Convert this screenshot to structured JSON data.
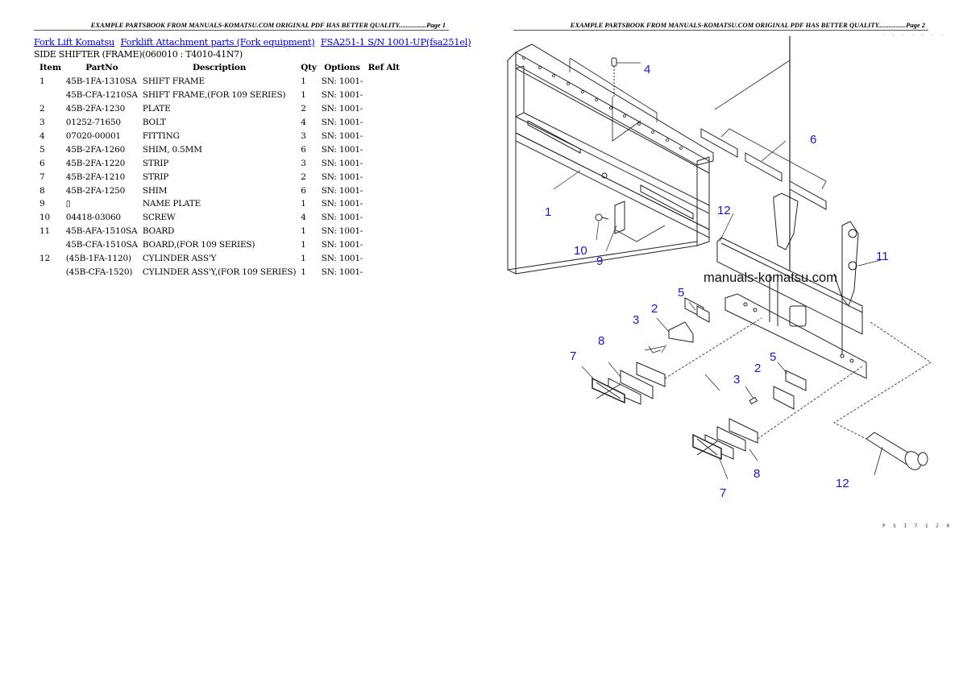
{
  "page1": {
    "header": "EXAMPLE PARTSBOOK FROM MANUALS-KOMATSU.COM ORIGINAL PDF HAS BETTER QUALITY................Page 1",
    "breadcrumbs": [
      {
        "label": "Fork Lift Komatsu"
      },
      {
        "label": "Forklift Attachment parts (Fork equipment)"
      },
      {
        "label": "FSA251-1 S/N 1001-UP(fsa251el)"
      }
    ],
    "subtitle": "SIDE SHIFTER (FRAME)(060010 : T4010-41N7)",
    "table": {
      "headers": {
        "item": "Item",
        "partno": "PartNo",
        "description": "Description",
        "qty": "Qty",
        "options": "Options",
        "refalt": "Ref Alt"
      },
      "rows": [
        {
          "item": "1",
          "partno": "45B-1FA-1310SA",
          "description": "SHIFT FRAME",
          "qty": "1",
          "options": "SN: 1001-"
        },
        {
          "item": "",
          "partno": "45B-CFA-1210SA",
          "description": "SHIFT FRAME,(FOR 109 SERIES)",
          "qty": "1",
          "options": "SN: 1001-"
        },
        {
          "item": "2",
          "partno": "45B-2FA-1230",
          "description": "PLATE",
          "qty": "2",
          "options": "SN: 1001-"
        },
        {
          "item": "3",
          "partno": "01252-71650",
          "description": "BOLT",
          "qty": "4",
          "options": "SN: 1001-"
        },
        {
          "item": "4",
          "partno": "07020-00001",
          "description": "FITTING",
          "qty": "3",
          "options": "SN: 1001-"
        },
        {
          "item": "5",
          "partno": "45B-2FA-1260",
          "description": "SHIM, 0.5MM",
          "qty": "6",
          "options": "SN: 1001-"
        },
        {
          "item": "6",
          "partno": "45B-2FA-1220",
          "description": "STRIP",
          "qty": "3",
          "options": "SN: 1001-"
        },
        {
          "item": "7",
          "partno": "45B-2FA-1210",
          "description": "STRIP",
          "qty": "2",
          "options": "SN: 1001-"
        },
        {
          "item": "8",
          "partno": "45B-2FA-1250",
          "description": "SHIM",
          "qty": "6",
          "options": "SN: 1001-"
        },
        {
          "item": "9",
          "partno": "▯",
          "description": "NAME PLATE",
          "qty": "1",
          "options": "SN: 1001-"
        },
        {
          "item": "10",
          "partno": "04418-03060",
          "description": "SCREW",
          "qty": "4",
          "options": "SN: 1001-"
        },
        {
          "item": "11",
          "partno": "45B-AFA-1510SA",
          "description": "BOARD",
          "qty": "1",
          "options": "SN: 1001-"
        },
        {
          "item": "",
          "partno": "45B-CFA-1510SA",
          "description": "BOARD,(FOR 109 SERIES)",
          "qty": "1",
          "options": "SN: 1001-"
        },
        {
          "item": "12",
          "partno": "(45B-1FA-1120)",
          "description": "CYLINDER ASS'Y",
          "qty": "1",
          "options": "SN: 1001-"
        },
        {
          "item": "",
          "partno": "(45B-CFA-1520)",
          "description": "CYLINDER ASS'Y,(FOR 109 SERIES)",
          "qty": "1",
          "options": "SN: 1001-"
        }
      ]
    }
  },
  "page2": {
    "header": "EXAMPLE PARTSBOOK FROM MANUALS-KOMATSU.COM ORIGINAL PDF HAS BETTER QUALITY................Page 2",
    "watermark": "manuals-komatsu.com",
    "figure_code": "P S I 7 1 2 0",
    "figure_code_top": "- - - - - - -",
    "callouts": {
      "c1": "1",
      "c2a": "2",
      "c2b": "2",
      "c3a": "3",
      "c3b": "3",
      "c4": "4",
      "c5a": "5",
      "c5b": "5",
      "c6": "6",
      "c7a": "7",
      "c7b": "7",
      "c8a": "8",
      "c8b": "8",
      "c9": "9",
      "c10": "10",
      "c11": "11",
      "c12a": "12",
      "c12b": "12"
    }
  }
}
